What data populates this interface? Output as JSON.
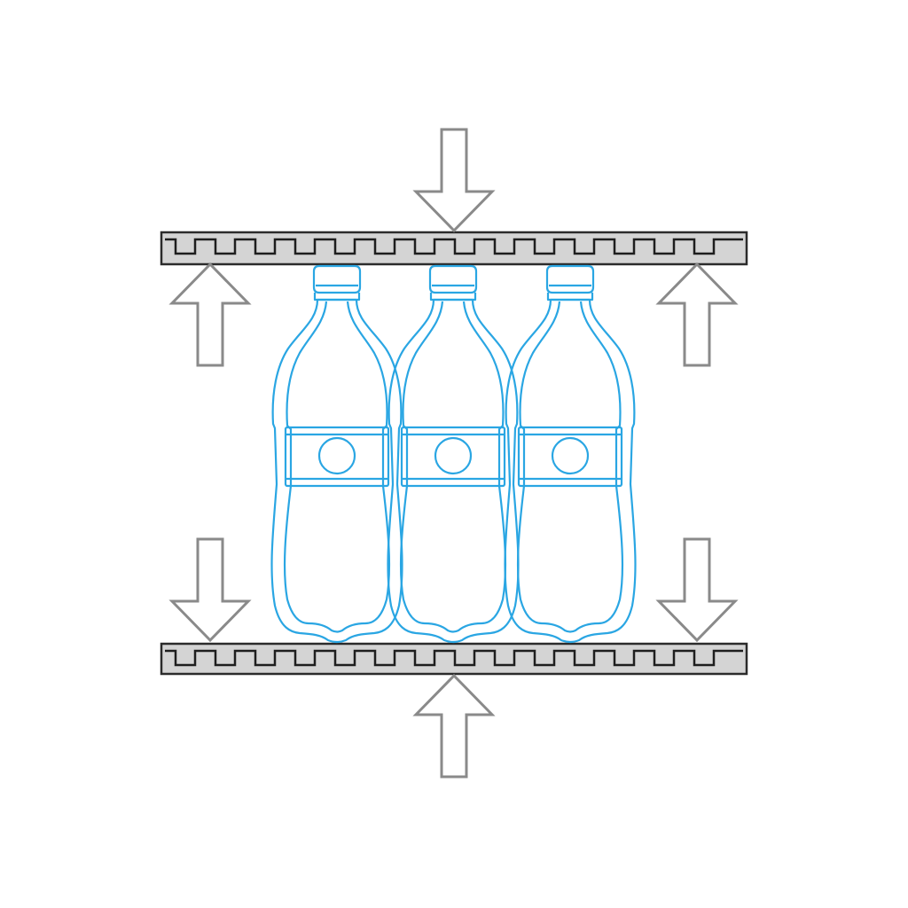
{
  "diagram": {
    "description_icons": {
      "press_plate": "press-plate-icon",
      "arrow": "arrow-icon",
      "bottle": "bottle-icon"
    },
    "colors": {
      "background": "#ffffff",
      "plate_fill": "#d4d4d4",
      "plate_stroke": "#2b2b2b",
      "plate_teeth": "#1e1e1e",
      "arrow_fill": "#ffffff",
      "arrow_stroke": "#8a8a8a",
      "bottle_stroke": "#2aa6e3"
    },
    "bottle_count": 3,
    "arrows": [
      {
        "name": "top-center-arrow",
        "direction": "down"
      },
      {
        "name": "upper-left-arrow",
        "direction": "up"
      },
      {
        "name": "upper-right-arrow",
        "direction": "up"
      },
      {
        "name": "lower-left-arrow",
        "direction": "down"
      },
      {
        "name": "lower-right-arrow",
        "direction": "down"
      },
      {
        "name": "bottom-center-arrow",
        "direction": "up"
      }
    ]
  }
}
